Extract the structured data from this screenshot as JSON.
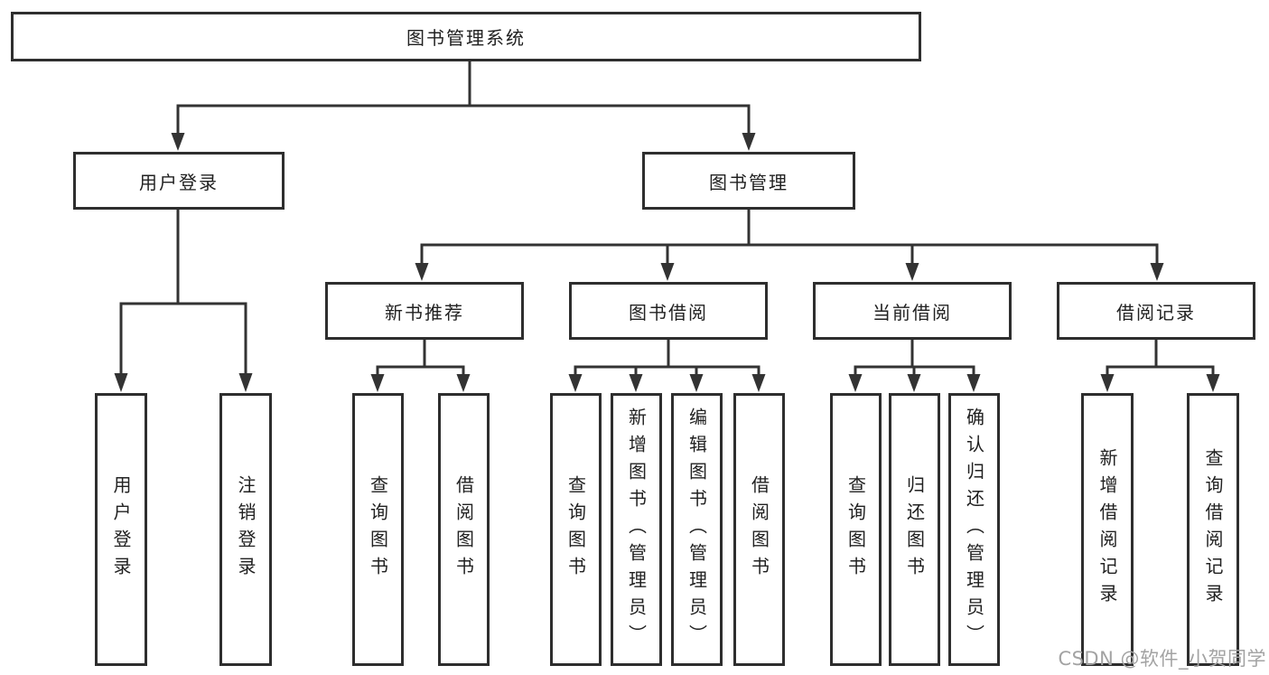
{
  "diagram_title": "图书管理系统",
  "colors": {
    "line": "#333333",
    "box_border": "#2e2e2e",
    "text": "#212121",
    "watermark": "#a3a3a3",
    "background": "#ffffff"
  },
  "tree": {
    "root": {
      "label": "图书管理系统"
    },
    "level2": [
      {
        "label": "用户登录"
      },
      {
        "label": "图书管理"
      }
    ],
    "level3": [
      {
        "label": "新书推荐",
        "parent": "图书管理"
      },
      {
        "label": "图书借阅",
        "parent": "图书管理"
      },
      {
        "label": "当前借阅",
        "parent": "图书管理"
      },
      {
        "label": "借阅记录",
        "parent": "图书管理"
      }
    ],
    "leaves": [
      {
        "label": "用户登录",
        "parent": "用户登录"
      },
      {
        "label": "注销登录",
        "parent": "用户登录"
      },
      {
        "label": "查询图书",
        "parent": "新书推荐"
      },
      {
        "label": "借阅图书",
        "parent": "新书推荐"
      },
      {
        "label": "查询图书",
        "parent": "图书借阅"
      },
      {
        "label": "新增图书（管理员）",
        "parent": "图书借阅"
      },
      {
        "label": "编辑图书（管理员）",
        "parent": "图书借阅"
      },
      {
        "label": "借阅图书",
        "parent": "图书借阅"
      },
      {
        "label": "查询图书",
        "parent": "当前借阅"
      },
      {
        "label": "归还图书",
        "parent": "当前借阅"
      },
      {
        "label": "确认归还（管理员）",
        "parent": "当前借阅"
      },
      {
        "label": "新增借阅记录",
        "parent": "借阅记录"
      },
      {
        "label": "查询借阅记录",
        "parent": "借阅记录"
      }
    ]
  },
  "watermark": {
    "text": "CSDN @软件_小贺同学"
  }
}
